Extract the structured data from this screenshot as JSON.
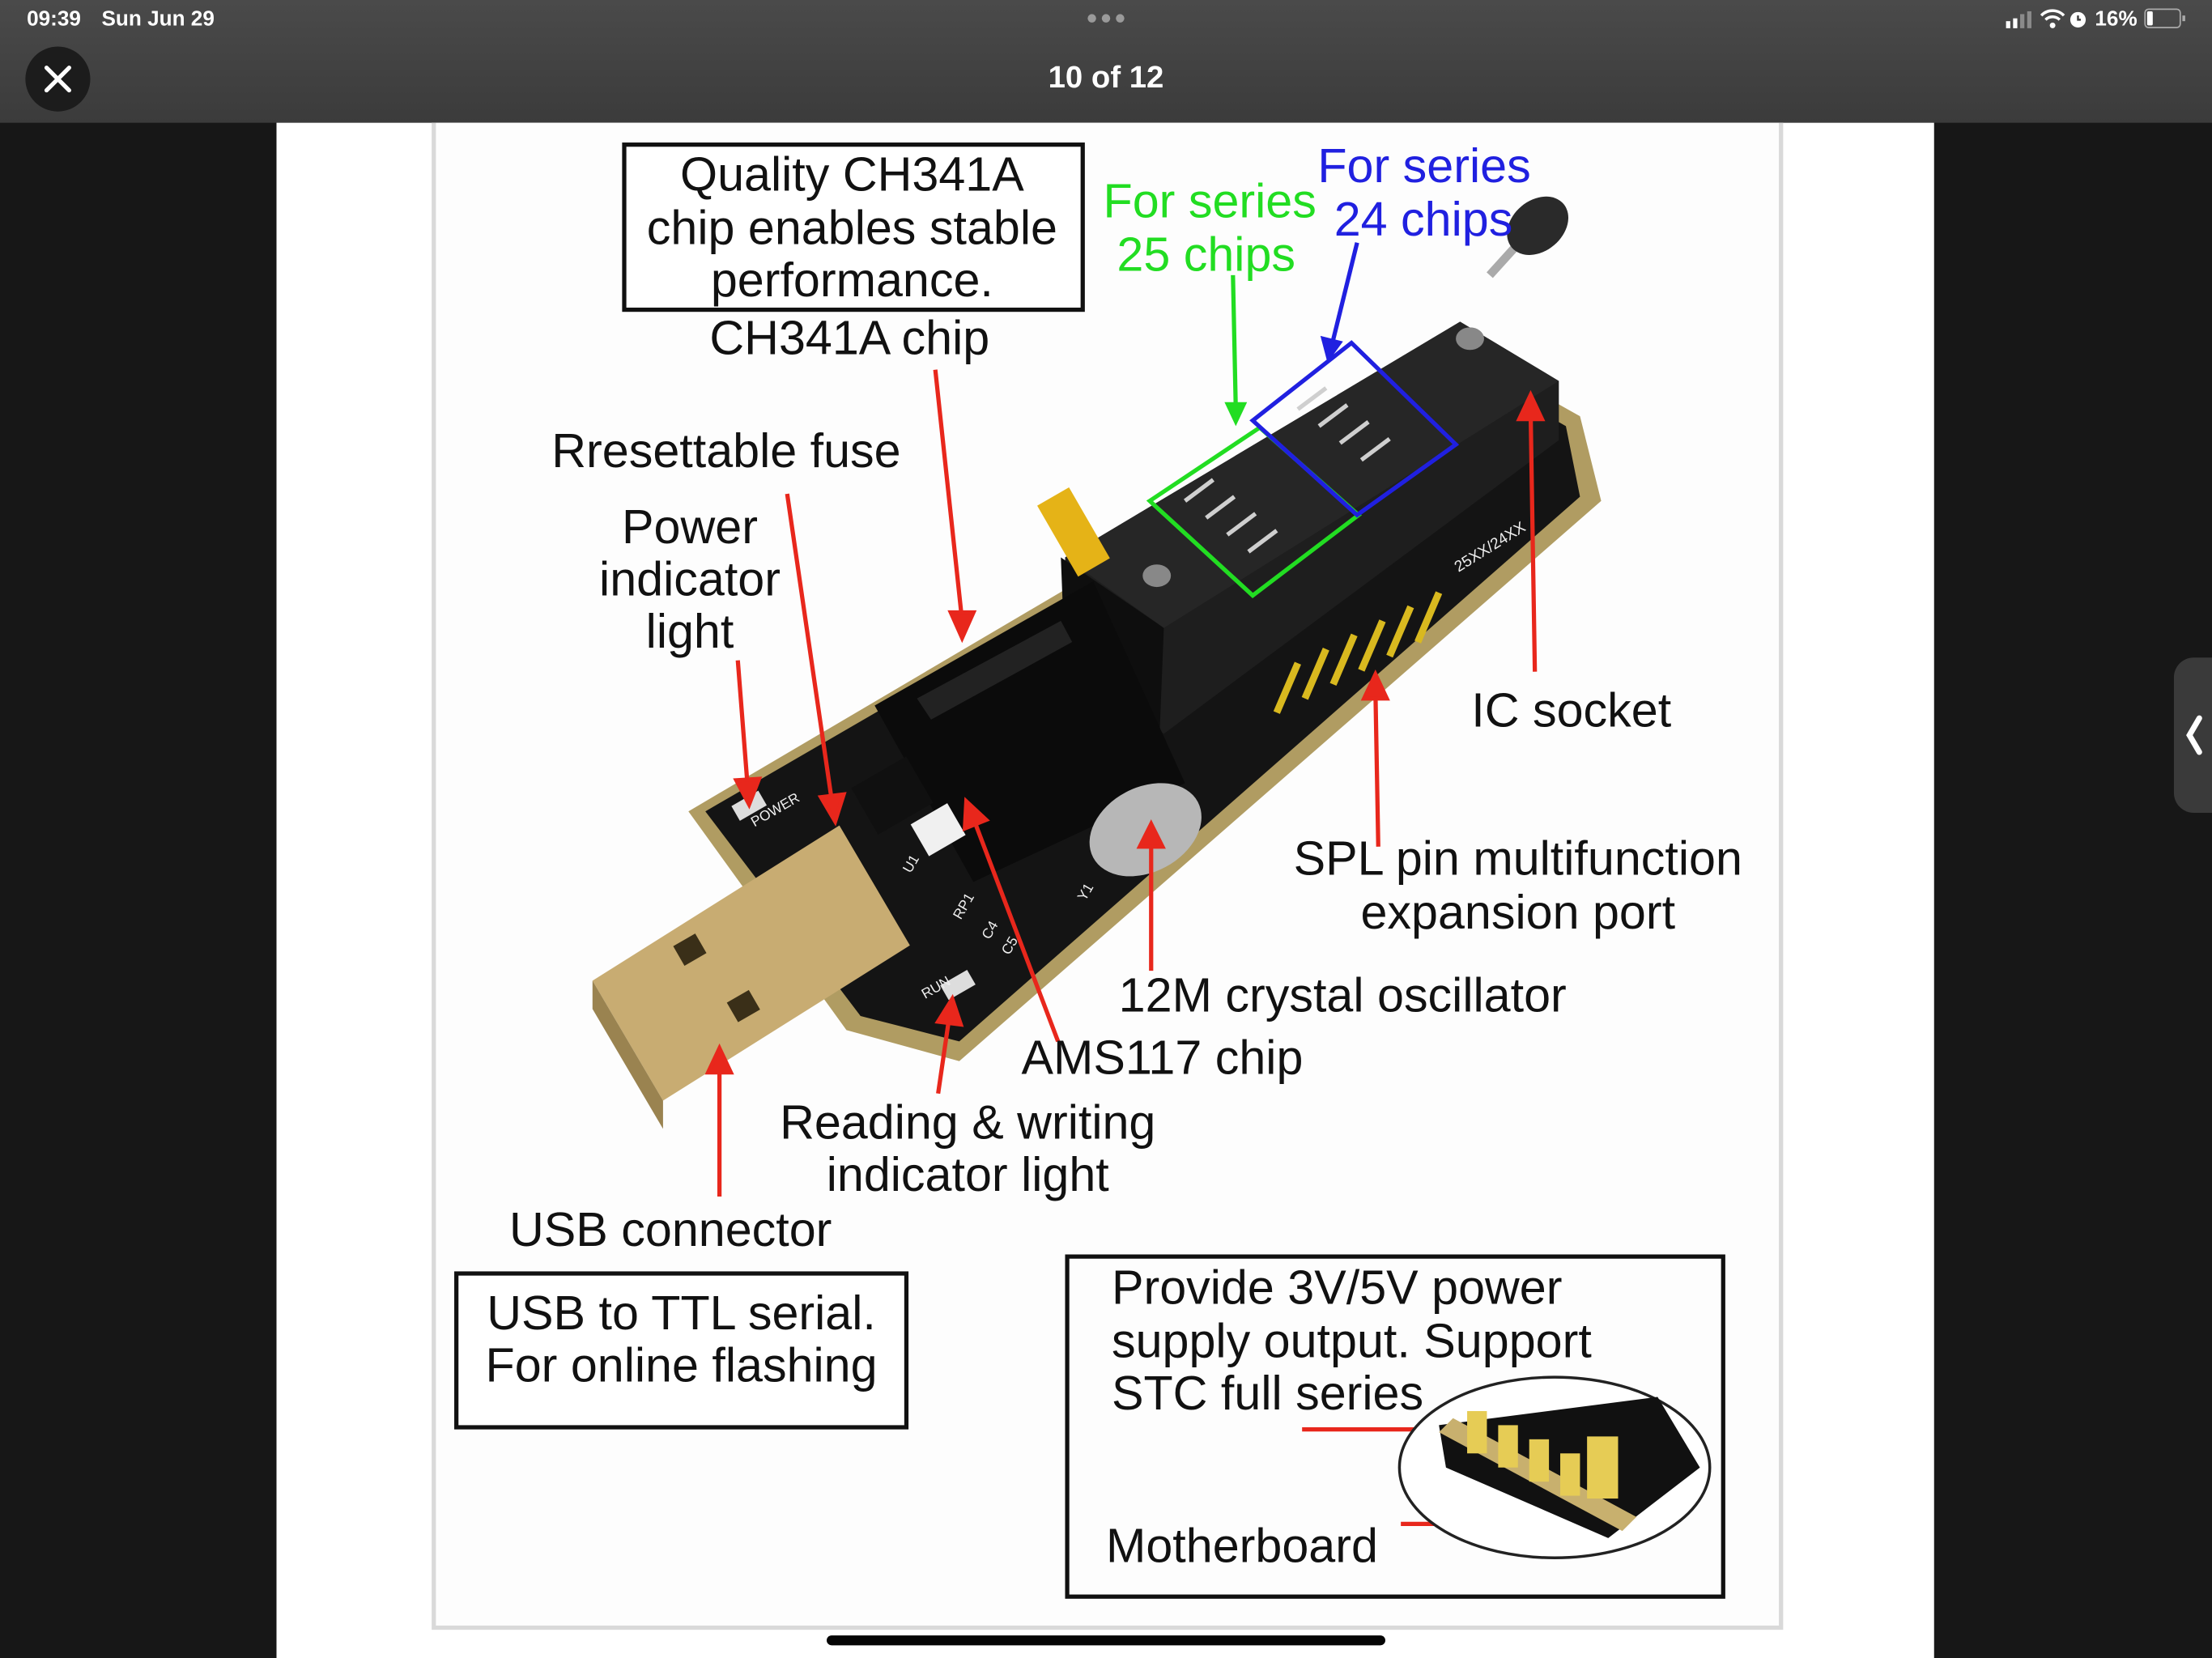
{
  "status_bar": {
    "time": "09:39",
    "date": "Sun Jun 29",
    "battery_text": "16%"
  },
  "viewer": {
    "counter": "10 of 12",
    "close_icon": "close-icon",
    "more_icon": "more-dots-icon"
  },
  "image": {
    "labels": {
      "quality_box": [
        "Quality CH341A",
        "chip enables stable",
        "performance."
      ],
      "ch341a": "CH341A chip",
      "series25": [
        "For series",
        "25 chips"
      ],
      "series24": [
        "For series",
        "24 chips"
      ],
      "fuse": "Rresettable fuse",
      "power_light": [
        "Power",
        "indicator",
        "light"
      ],
      "ic_socket": "IC socket",
      "spl": [
        "SPL pin multifunction",
        "expansion port"
      ],
      "crystal": "12M crystal oscillator",
      "ams": "AMS117 chip",
      "rw_light": [
        "Reading & writing",
        "indicator light"
      ],
      "usb_connector": "USB connector",
      "usb_box": [
        "USB to TTL serial.",
        "For online flashing"
      ],
      "power_box": [
        "Provide 3V/5V power",
        "supply output. Support",
        "STC full series"
      ],
      "motherboard": "Motherboard"
    },
    "board_silk": {
      "power": "POWER",
      "run": "RUN",
      "u1": "U1",
      "rp1": "RP1",
      "y1": "Y1",
      "c4": "C4",
      "c5": "C5",
      "series": "25XX/24XX"
    },
    "colors": {
      "arrow": "#e8271c",
      "series25": "#22dd22",
      "series24": "#2020e0",
      "pcb": "#1a1a1a",
      "usb_gold": "#c8ac72"
    }
  }
}
